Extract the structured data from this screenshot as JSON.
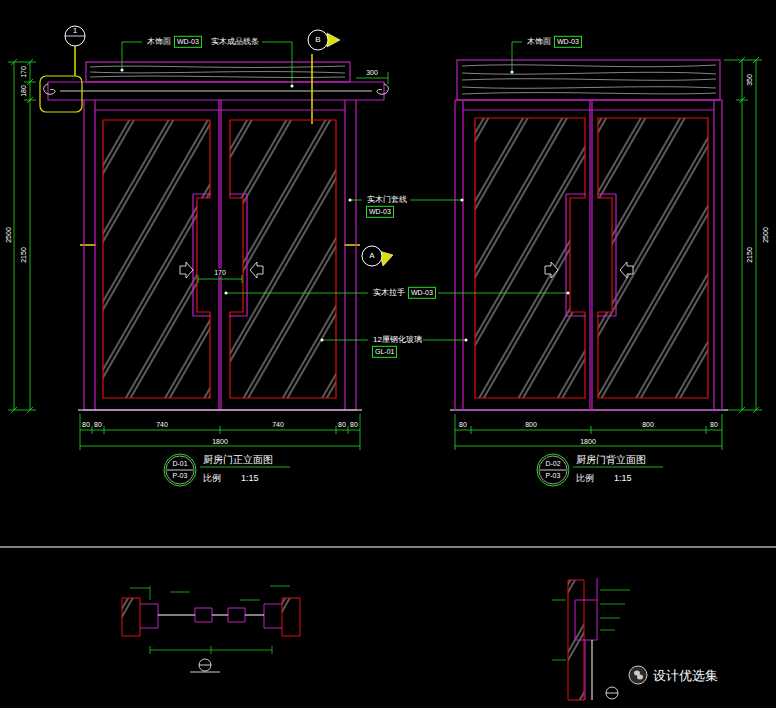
{
  "diagram": {
    "nodes": [
      {
        "text": [
          "1"
        ]
      },
      {
        "text": [
          "WD-03"
        ]
      },
      {
        "text": [
          "B"
        ]
      },
      {
        "text": [
          "WD-03"
        ]
      },
      {
        "text": [
          "WD-03"
        ]
      },
      {
        "text": [
          "A"
        ]
      },
      {
        "text": [
          "WD-03"
        ]
      },
      {
        "text": [
          "GL-01"
        ]
      },
      {
        "text": [
          "D-01",
          "P-03"
        ]
      },
      {
        "text": [
          "D-02",
          "P-03"
        ]
      }
    ],
    "labels": [
      "木饰面",
      "实木成品线条",
      "170",
      "180",
      "2500",
      "2150",
      "300",
      "实木门套线",
      "170",
      "实木拉手",
      "12厘钢化玻璃",
      "80",
      "80",
      "740",
      "740",
      "80",
      "80",
      "1800",
      "厨房门正立面图",
      "比例",
      "1:15",
      "木饰面",
      "350",
      "2150",
      "2500",
      "80",
      "800",
      "800",
      "80",
      "1800",
      "厨房门背立面图",
      "比例",
      "1:15",
      "设计优选集"
    ]
  }
}
